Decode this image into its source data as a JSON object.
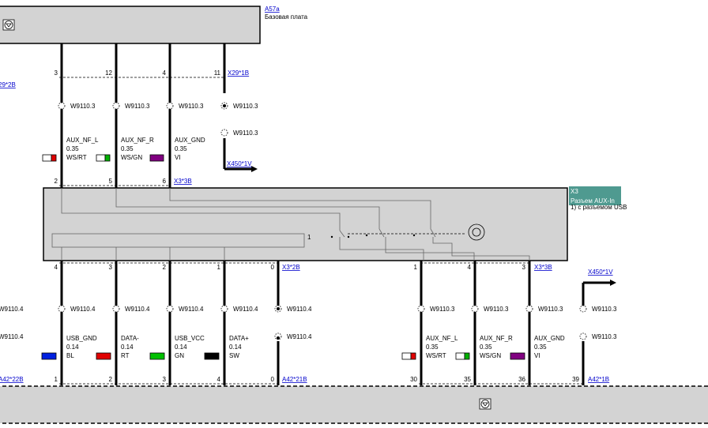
{
  "top_module": {
    "id": "A57a",
    "name": "Базовая плата"
  },
  "x3_module": {
    "id": "X3",
    "name": "Разъем AUX-In",
    "footnote": "1)   с разъемом USB",
    "inner_pin": "1"
  },
  "connectors": {
    "x29_1b": "X29*1B",
    "x29_2b": "29*2B",
    "x450_1v": "X450*1V",
    "x3_3b": "X3*3B",
    "x3_2b": "X3*2B",
    "a42_22b": "A42*22B",
    "a42_21b": "A42*21B",
    "a42_1b": "A42*1B"
  },
  "wire_ids": {
    "w3": "W9110.3",
    "w4": "W9110.4"
  },
  "top_wires": [
    {
      "pin_top": "3",
      "pin_bottom": "2",
      "name": "AUX_NF_L",
      "gauge": "0.35",
      "color": "WS/RT",
      "swatch": [
        "#ffffff",
        "#e00000"
      ]
    },
    {
      "pin_top": "12",
      "pin_bottom": "5",
      "name": "AUX_NF_R",
      "gauge": "0.35",
      "color": "WS/GN",
      "swatch": [
        "#ffffff",
        "#00b000"
      ]
    },
    {
      "pin_top": "4",
      "pin_bottom": "6",
      "name": "AUX_GND",
      "gauge": "0.35",
      "color": "VI",
      "swatch": [
        "#800080",
        "#800080"
      ]
    },
    {
      "pin_top": "11"
    }
  ],
  "usb_wires": [
    {
      "pin_top": "4",
      "pin_bottom": "1",
      "name": "USB_GND",
      "gauge": "0.14",
      "color": "BL",
      "swatch": "#0020e0"
    },
    {
      "pin_top": "3",
      "pin_bottom": "2",
      "name": "DATA-",
      "gauge": "0.14",
      "color": "RT",
      "swatch": "#e00000"
    },
    {
      "pin_top": "2",
      "pin_bottom": "3",
      "name": "USB_VCC",
      "gauge": "0.14",
      "color": "GN",
      "swatch": "#00c000"
    },
    {
      "pin_top": "1",
      "pin_bottom": "4",
      "name": "DATA+",
      "gauge": "0.14",
      "color": "SW",
      "swatch": "#000000"
    },
    {
      "pin_top": "0",
      "pin_bottom": "0"
    }
  ],
  "aux_wires": [
    {
      "pin_top": "1",
      "pin_bottom": "30",
      "name": "AUX_NF_L",
      "gauge": "0.35",
      "color": "WS/RT",
      "swatch": [
        "#ffffff",
        "#e00000"
      ]
    },
    {
      "pin_top": "4",
      "pin_bottom": "35",
      "name": "AUX_NF_R",
      "gauge": "0.35",
      "color": "WS/GN",
      "swatch": [
        "#ffffff",
        "#00b000"
      ]
    },
    {
      "pin_top": "3",
      "pin_bottom": "36",
      "name": "AUX_GND",
      "gauge": "0.35",
      "color": "VI",
      "swatch": [
        "#800080",
        "#800080"
      ]
    },
    {
      "pin_bottom": "39"
    }
  ]
}
